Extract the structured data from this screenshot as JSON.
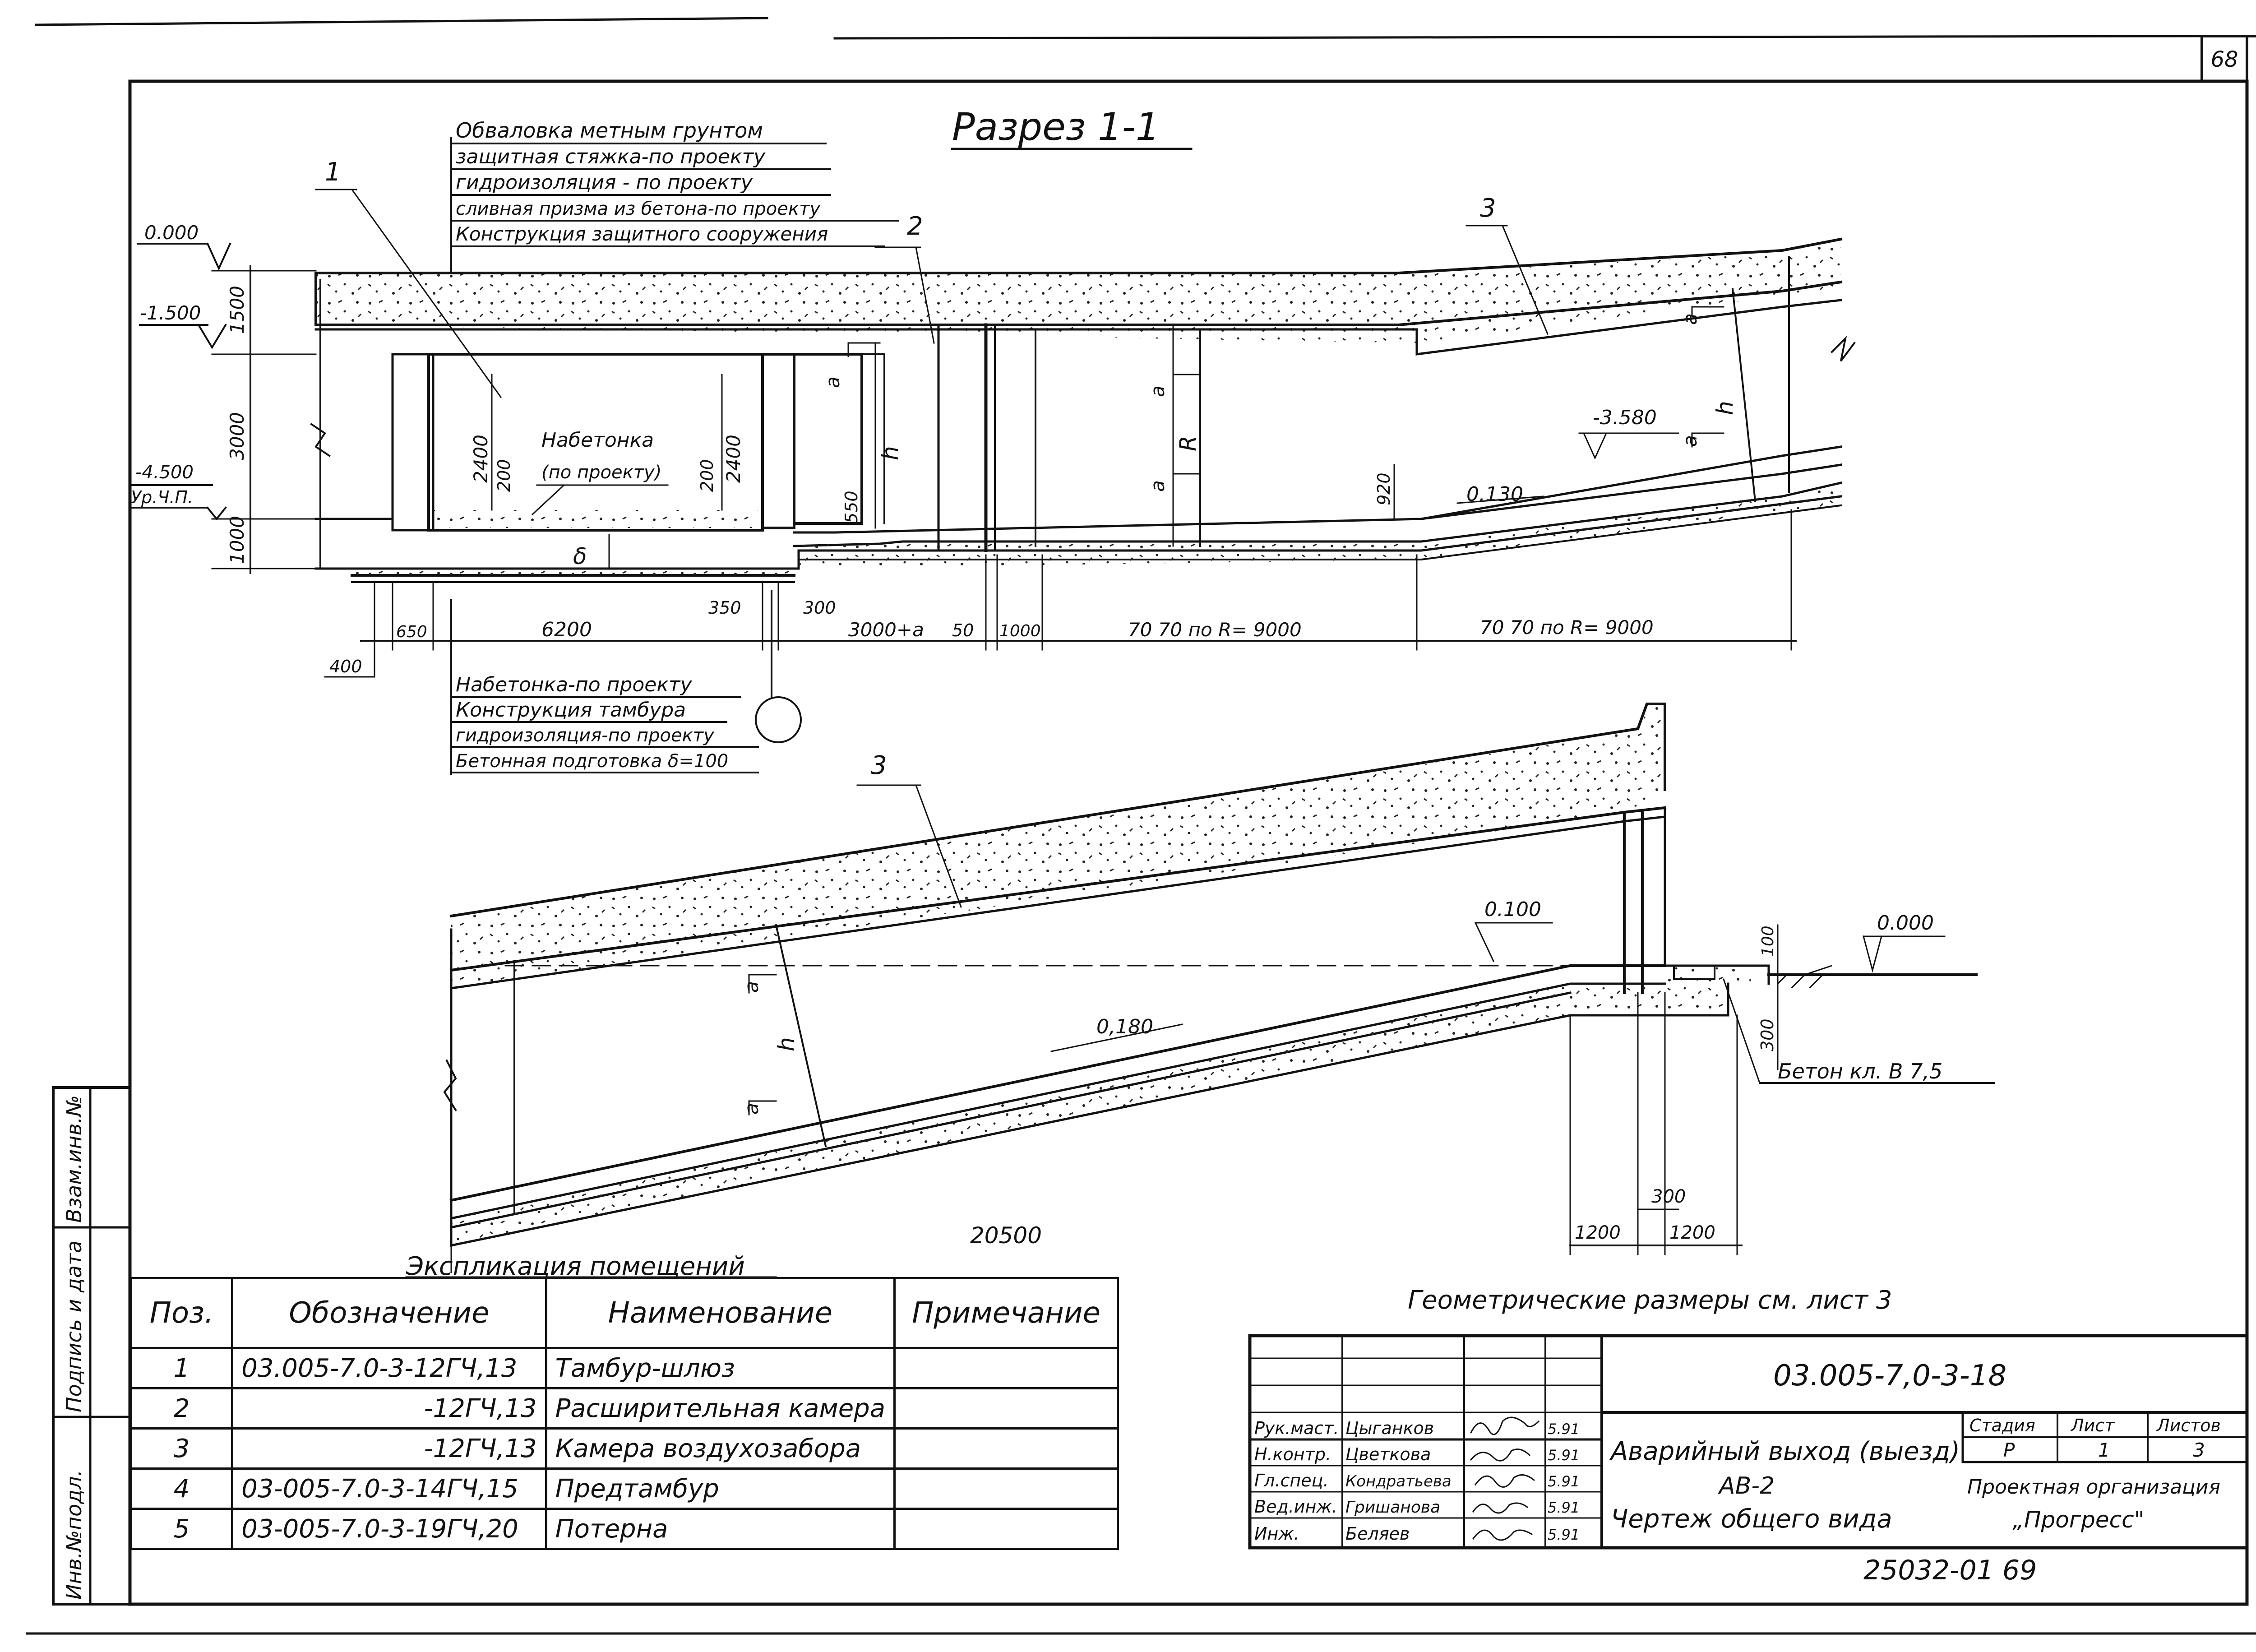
{
  "sheet": {
    "number": "68",
    "bottom_code": "25032-01 69"
  },
  "section": {
    "title": "Разрез 1-1",
    "layers_top": [
      "Обваловка метным грунтом",
      "защитная стяжка-по проекту",
      "гидроизоляция - по проекту",
      "сливная призма из бетона-по проекту",
      "Конструкция защитного сооружения"
    ],
    "layers_bottom": [
      "Набетонка-по проекту",
      "Конструкция тамбура",
      "гидроизоляция-по проекту",
      "Бетонная подготовка δ=100"
    ],
    "elevations": [
      "0.000",
      "-1.500",
      "-4.500",
      "Ур.Ч.П.",
      "-3.580"
    ],
    "vert_dims": [
      "1500",
      "3000",
      "1000",
      "2400",
      "200",
      "2400",
      "200",
      "550",
      "920"
    ],
    "horiz_dims": [
      "400",
      "650",
      "6200",
      "350",
      "300",
      "3000+a",
      "50",
      "1000",
      "70 70 по R= 9000",
      "70 70 по R= 9000"
    ],
    "callouts": [
      "1",
      "2",
      "3"
    ],
    "labels": [
      "Набетонка",
      "(по проекту)",
      "h",
      "R",
      "a",
      "a",
      "a",
      "a",
      "a",
      "h",
      "δ",
      "0.130"
    ]
  },
  "lower_view": {
    "callout": "3",
    "labels": [
      "0.100",
      "0.000",
      "0,180",
      "Бетон кл. В 7,5",
      "a",
      "a",
      "h"
    ],
    "dims": [
      "20500",
      "1200",
      "300",
      "1200",
      "100",
      "300"
    ]
  },
  "explication": {
    "title": "Экспликация помещений",
    "headers": [
      "Поз.",
      "Обозначение",
      "Наименование",
      "Примечание"
    ],
    "rows": [
      {
        "pos": "1",
        "code": "03.005-7.0-3-12ГЧ,13",
        "name": "Тамбур-шлюз",
        "note": ""
      },
      {
        "pos": "2",
        "code": "-12ГЧ,13",
        "name": "Расширительная камера",
        "note": ""
      },
      {
        "pos": "3",
        "code": "-12ГЧ,13",
        "name": "Камера воздухозабора",
        "note": ""
      },
      {
        "pos": "4",
        "code": "03-005-7.0-3-14ГЧ,15",
        "name": "Предтамбур",
        "note": ""
      },
      {
        "pos": "5",
        "code": "03-005-7.0-3-19ГЧ,20",
        "name": "Потерна",
        "note": ""
      }
    ]
  },
  "side_stamp": [
    "Инв.№подл.",
    "Подпись и дата",
    "Взам.инв.№"
  ],
  "geometry_note": "Геометрические размеры см. лист 3",
  "title_block": {
    "doc_code": "03.005-7,0-3-18",
    "title_lines": [
      "Аварийный выход (выезд)",
      "АВ-2",
      "Чертеж общего вида"
    ],
    "stage_headers": [
      "Стадия",
      "Лист",
      "Листов"
    ],
    "stage_values": [
      "Р",
      "1",
      "3"
    ],
    "organization": [
      "Проектная организация",
      "„Прогресс\""
    ],
    "signers": [
      {
        "role": "Рук.маст.",
        "name": "Цыганков",
        "date": "5.91"
      },
      {
        "role": "Н.контр.",
        "name": "Цветкова",
        "date": "5.91"
      },
      {
        "role": "Гл.спец.",
        "name": "Кондратьева",
        "date": "5.91"
      },
      {
        "role": "Вед.инж.",
        "name": "Гришанова",
        "date": "5.91"
      },
      {
        "role": "Инж.",
        "name": "Беляев",
        "date": "5.91"
      }
    ]
  }
}
